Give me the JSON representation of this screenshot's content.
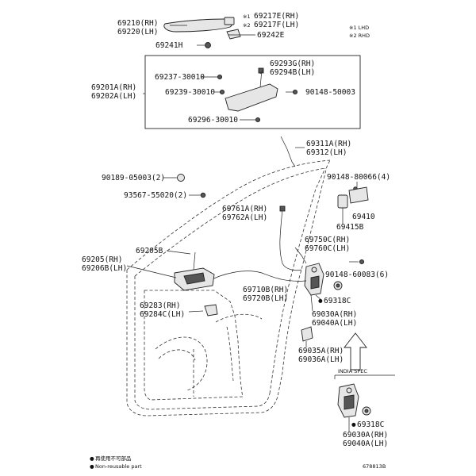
{
  "labels": {
    "l69210": "69210(RH)",
    "l69220": "69220(LH)",
    "l69217e": "69217E(RH)",
    "l69217f": "69217F(LH)",
    "l69241h": "69241H",
    "l69242e": "69242E",
    "l69293g": "69293G(RH)",
    "l69294b": "69294B(LH)",
    "l69237": "69237-30010",
    "l69201a": "69201A(RH)",
    "l69202a": "69202A(LH)",
    "l69239": "69239-30010",
    "l90148_50003": "90148-50003",
    "l69296": "69296-30010",
    "l69311a": "69311A(RH)",
    "l69312": "69312(LH)",
    "l90189": "90189-05003(2)",
    "l90148_80066": "90148-80066(4)",
    "l93567": "93567-55020(2)",
    "l69410": "69410",
    "l69761a": "69761A(RH)",
    "l69762a": "69762A(LH)",
    "l69415b": "69415B",
    "l69205b": "69205B",
    "l69750c": "69750C(RH)",
    "l69760c": "69760C(LH)",
    "l69205": "69205(RH)",
    "l69206b": "69206B(LH)",
    "l90148_60083": "90148-60083(6)",
    "l69710b": "69710B(RH)",
    "l69720b": "69720B(LH)",
    "l69318c_a": "69318C",
    "l69283": "69283(RH)",
    "l69284c": "69284C(LH)",
    "l69030a_a": "69030A(RH)",
    "l69040a_a": "69040A(LH)",
    "l69035a": "69035A(RH)",
    "l69036a": "69036A(LH)",
    "l69318c_b": "69318C",
    "l69030a_b": "69030A(RH)",
    "l69040a_b": "69040A(LH)"
  },
  "marks": {
    "note1_symbol": "※1",
    "note2_symbol": "※2",
    "dot_symbol": "●"
  },
  "legend": {
    "lhd": "※1 LHD",
    "rhd": "※2 RHD"
  },
  "india_spec": "INDIA SPEC",
  "footnote": {
    "zh": "再使用不可部品",
    "en": "Non-reusable part"
  },
  "figure_id": "678813B"
}
